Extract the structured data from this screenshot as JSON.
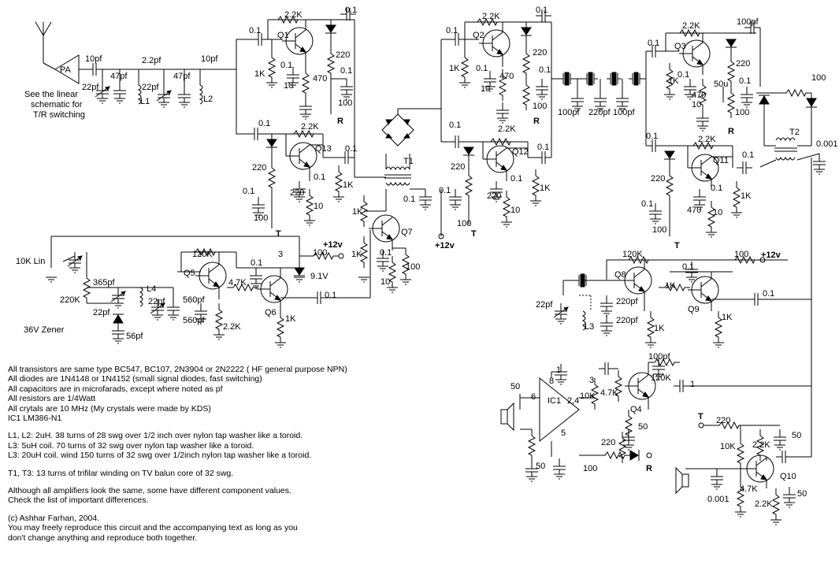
{
  "pa_label": "PA",
  "side_note": [
    "See the linear",
    "schematic for",
    "T/R switching"
  ],
  "labels": {
    "c10pf_a": "10pf",
    "c22pf_a": "22pf",
    "c47pf_a": "47pf",
    "c2p2": "2.2pf",
    "c22pf_b": "22pf",
    "c47pf_b": "47pf",
    "c10pf_b": "10pf",
    "l1": "L1",
    "l2": "L2",
    "q1": "Q1",
    "q2": "Q2",
    "q3": "Q3",
    "q13": "Q13",
    "q12": "Q12",
    "q11": "Q11",
    "q5": "Q5",
    "q6": "Q6",
    "q7": "Q7",
    "q8": "Q8",
    "q9": "Q9",
    "q4": "Q4",
    "q10": "Q10",
    "t1": "T1",
    "t2": "T2",
    "ic1": "IC1",
    "l3": "L3",
    "l4": "L4",
    "r2k2": "2.2K",
    "r1k": "1K",
    "r220": "220",
    "r470": "470",
    "r10": "10",
    "r100": "100",
    "c0p1": "0.1",
    "c100pf": "100pf",
    "c220pf": "220pf",
    "c50u": "50u",
    "c0001": "0.001",
    "r10k": "10K",
    "r120k": "120K",
    "r4k7": "4.7K",
    "c560pf": "560pf",
    "c365pf": "365pf",
    "c56pf": "56pf",
    "zener36": "36V Zener",
    "pot10k": "10K Lin",
    "r220k": "220K",
    "zener91": "9.1V",
    "three": "3",
    "plus12": "+12v",
    "T": "T",
    "R": "R",
    "c1": "1",
    "c50": "50",
    "pin6": "6",
    "pin8": "8",
    "pin1": "1",
    "pin3": "3",
    "pin24": "2,4",
    "pin5": "5"
  },
  "notes": [
    "All transistors are same type BC547, BC107, 2N3904 or 2N2222 ( HF general purpose NPN)",
    "All diodes are 1N4148 or 1N4152 (small signal diodes, fast switching)",
    "All capacitors are in microfarads, except where noted as pf",
    "All resistors are 1/4Watt",
    "All crytals are 10 MHz (My crystals were made by KDS)",
    "IC1 LM386-N1",
    "",
    "L1, L2: 2uH. 38 turns of 28 swg over 1/2 inch over nylon tap washer like a toroid.",
    "L3: 5uH coil. 70 turns of 32 swg over nylon tap washer like a toroid.",
    "L3: 20uH coil. wind 150 turns of 32 swg over 1/2inch nylon tap washer like a toroid.",
    "",
    "T1, T3: 13 turns of trifilar winding on TV balun core of 32 swg.",
    "",
    "Although all amplifiers look the same, some have different component values.",
    "Check the list of important differences.",
    "",
    "(c) Ashhar Farhan, 2004.",
    "You may freely reproduce this circuit and the accompanying text as long as you",
    "don't change anything and reproduce both together."
  ]
}
